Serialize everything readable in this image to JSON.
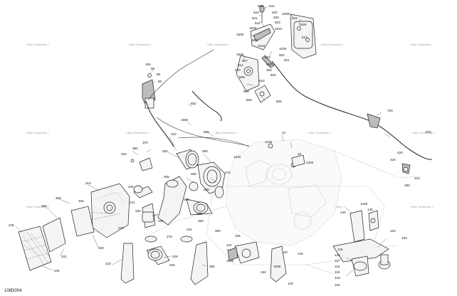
{
  "drawing_code": "108D004",
  "watermark_text": "« Best Trustworthy »",
  "callouts": {
    "c540": "540",
    "c541": "541",
    "c524": "524",
    "c520": "520",
    "c521": "521",
    "c530": "530",
    "c522": "522",
    "c1505": "1505",
    "c516": "516",
    "c1520": "1520",
    "c1525": "1525",
    "c523": "523",
    "c1510": "1510",
    "c1500": "1500",
    "c517": "517",
    "c503": "503",
    "c1530": "1530",
    "c1515": "1515",
    "c1505b": "1505",
    "c514": "514",
    "c507": "507",
    "c509": "509",
    "c512": "512",
    "c501": "501",
    "c515": "515",
    "c480": "480",
    "c570": "570",
    "c504": "504",
    "c505": "505",
    "c500": "500",
    "c502": "502",
    "c506": "506",
    "c508": "508",
    "c100": "100",
    "c95": "95",
    "c90": "90",
    "c80": "80",
    "c652": "652",
    "c1650": "1650",
    "c665": "665",
    "c700": "700",
    "c670": "670",
    "c12": "12",
    "c1415": "1415",
    "c20": "20",
    "c1410": "1410",
    "c1420": "1420",
    "c430": "430",
    "c420": "420",
    "c410": "410",
    "c480b": "480",
    "c220": "220",
    "c250": "250",
    "c280": "280",
    "c275": "275",
    "c380": "380",
    "c370": "370",
    "c320": "320",
    "c310": "310",
    "c330": "330",
    "c260": "260",
    "c265": "265",
    "c290": "290",
    "c225": "225",
    "c221": "221",
    "c265b": "265",
    "c230": "230",
    "c255": "255",
    "c227": "227",
    "c224": "224",
    "c270": "270",
    "c275b": "275",
    "c210": "210",
    "c300": "300",
    "c350": "350",
    "c200": "200",
    "c260b": "260",
    "c340": "340",
    "c241": "241",
    "c245": "245",
    "c240": "240",
    "c223": "223",
    "c228": "228",
    "c226": "226",
    "c295": "295",
    "c110": "110",
    "c105": "105",
    "c1050": "1050",
    "c140": "140",
    "c150": "150",
    "c1060": "1060",
    "c145": "145",
    "c1400": "1400",
    "c146": "146",
    "c120": "120",
    "c130": "130",
    "c116": "116",
    "c122": "122",
    "c117": "117",
    "c115": "115",
    "c119": "119",
    "c123": "123",
    "c118": "118"
  }
}
